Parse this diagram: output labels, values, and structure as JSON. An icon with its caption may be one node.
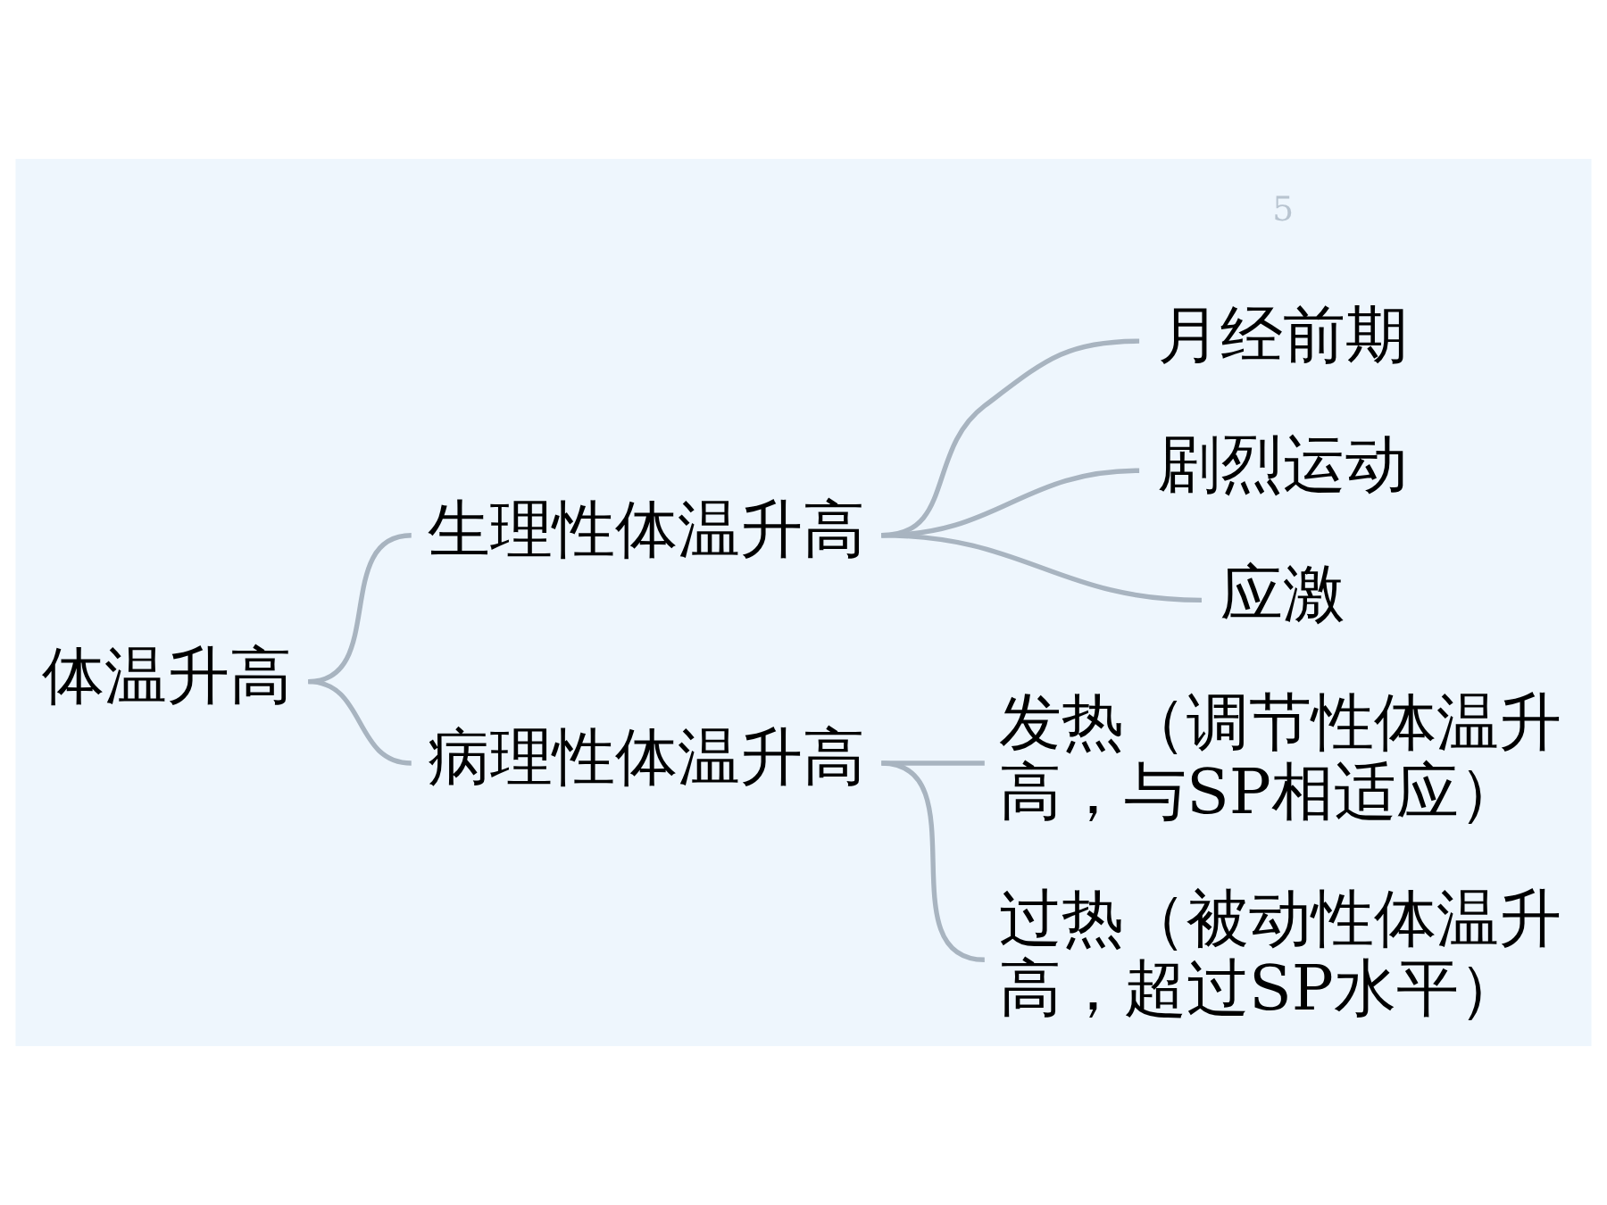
{
  "diagram": {
    "nodes": [
      {
        "text": [
          "体温升高"
        ]
      },
      {
        "text": [
          "生理性体温升高"
        ]
      },
      {
        "text": [
          "月经前期"
        ]
      },
      {
        "text": [
          "剧烈运动"
        ]
      },
      {
        "text": [
          "应激"
        ]
      },
      {
        "text": [
          "病理性体温升高"
        ]
      },
      {
        "text": [
          "发热（调节性体温升高，与SP相适应）"
        ]
      },
      {
        "text": [
          "过热（被动性体温升高，超过SP水平）"
        ]
      }
    ],
    "edges": [
      {
        "from": 0,
        "to": 1,
        "arrow": "none"
      },
      {
        "from": 0,
        "to": 5,
        "arrow": "none"
      },
      {
        "from": 1,
        "to": 2,
        "arrow": "none"
      },
      {
        "from": 1,
        "to": 3,
        "arrow": "none"
      },
      {
        "from": 1,
        "to": 4,
        "arrow": "none"
      },
      {
        "from": 5,
        "to": 6,
        "arrow": "none"
      },
      {
        "from": 5,
        "to": 7,
        "arrow": "none"
      }
    ],
    "labels": [
      "5"
    ]
  }
}
